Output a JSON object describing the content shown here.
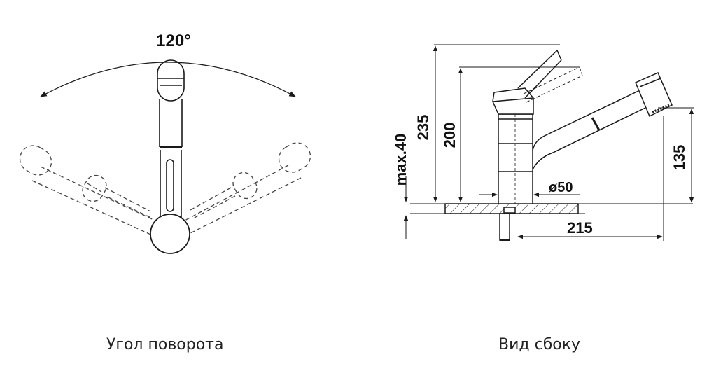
{
  "top_view": {
    "rotation_label": "120°",
    "caption": "Угол поворота"
  },
  "side_view": {
    "caption": "Вид сбоку",
    "dimensions": {
      "total_height": "235",
      "body_height": "200",
      "max_counter_thickness": "max.40",
      "base_diameter": "ø50",
      "spout_height": "135",
      "spout_reach": "215"
    }
  },
  "colors": {
    "line": "#1a1a1a",
    "dashed": "#444444",
    "background": "#ffffff"
  }
}
